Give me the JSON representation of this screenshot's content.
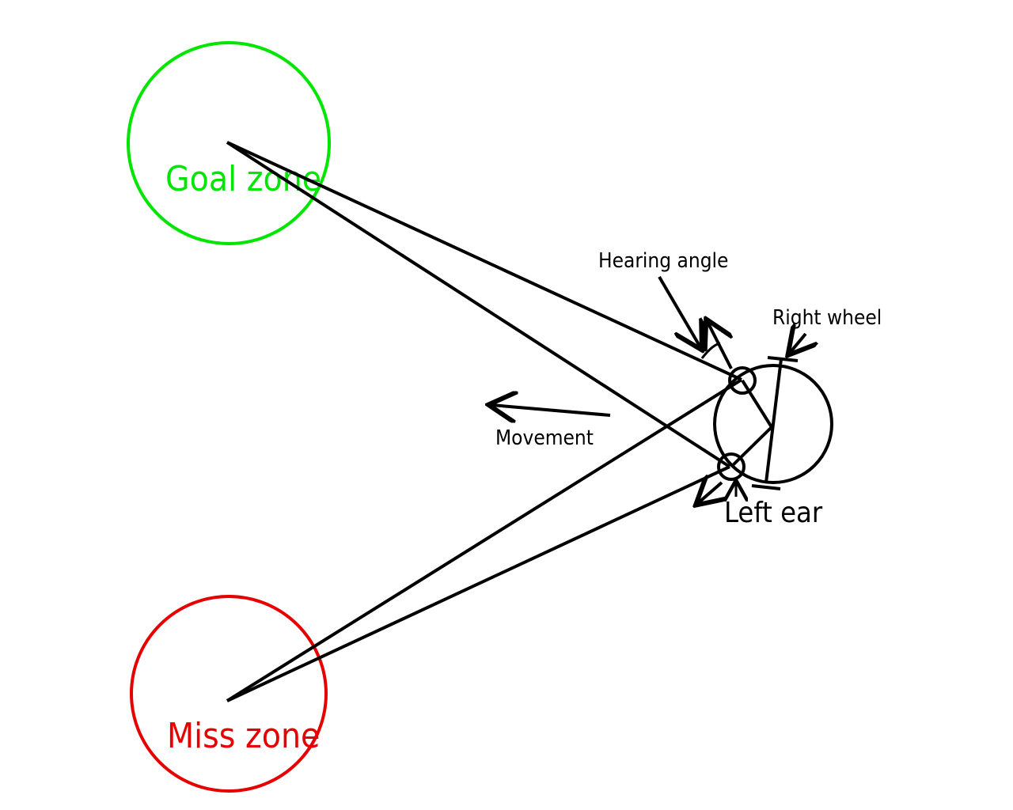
{
  "labels": {
    "goal_zone": "Goal zone",
    "miss_zone": "Miss zone",
    "hearing_angle": "Hearing angle",
    "right_wheel": "Right wheel",
    "movement": "Movement",
    "left_ear": "Left ear"
  },
  "colors": {
    "goal_zone": "#00e600",
    "miss_zone": "#e60000",
    "ink": "#000000",
    "background": "#ffffff"
  }
}
